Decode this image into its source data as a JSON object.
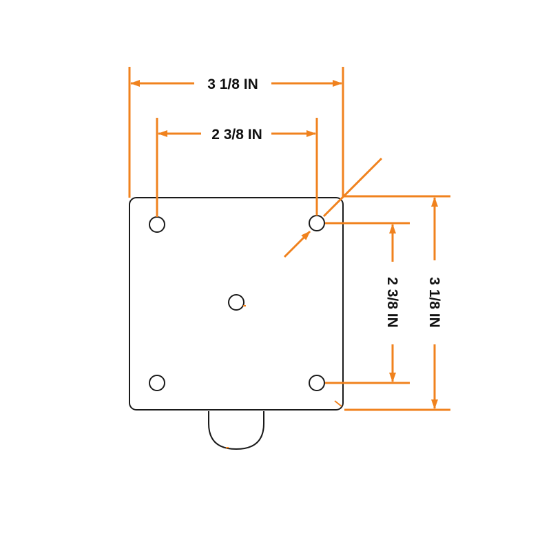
{
  "dimensions": {
    "overall_width": "3 1/8 IN",
    "hole_spacing_width": "2 3/8 IN",
    "hole_spacing_height": "2 3/8 IN",
    "overall_height": "3 1/8 IN"
  },
  "colors": {
    "dimension_line": "#f0821e",
    "outline": "#1a1a1a",
    "text": "#111111",
    "background": "#ffffff"
  }
}
